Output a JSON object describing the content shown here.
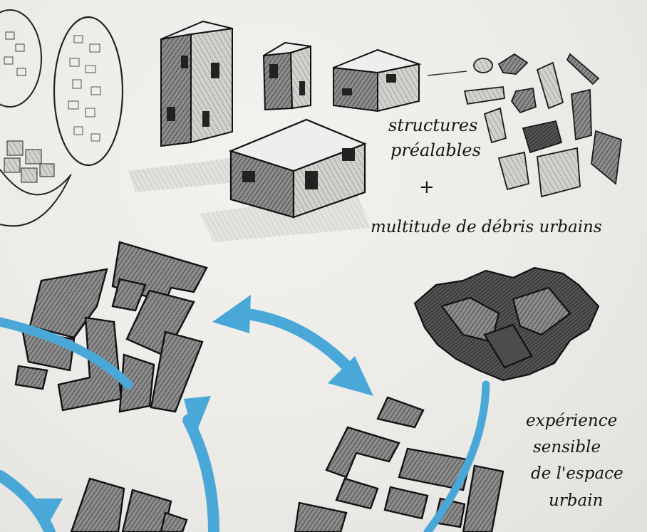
{
  "labels": {
    "structures": "structures",
    "prealables": "préalables",
    "plus": "+",
    "debris": "multitude de débris urbains",
    "experience_line1": "expérience",
    "experience_line2": "sensible",
    "experience_line3": "de l'espace",
    "experience_line4": "urbain"
  },
  "colors": {
    "paper": "#ecebe7",
    "ink": "#1a1a1a",
    "block_fill": "#6b6b6b",
    "arrow_blue": "#4aa8d8"
  }
}
